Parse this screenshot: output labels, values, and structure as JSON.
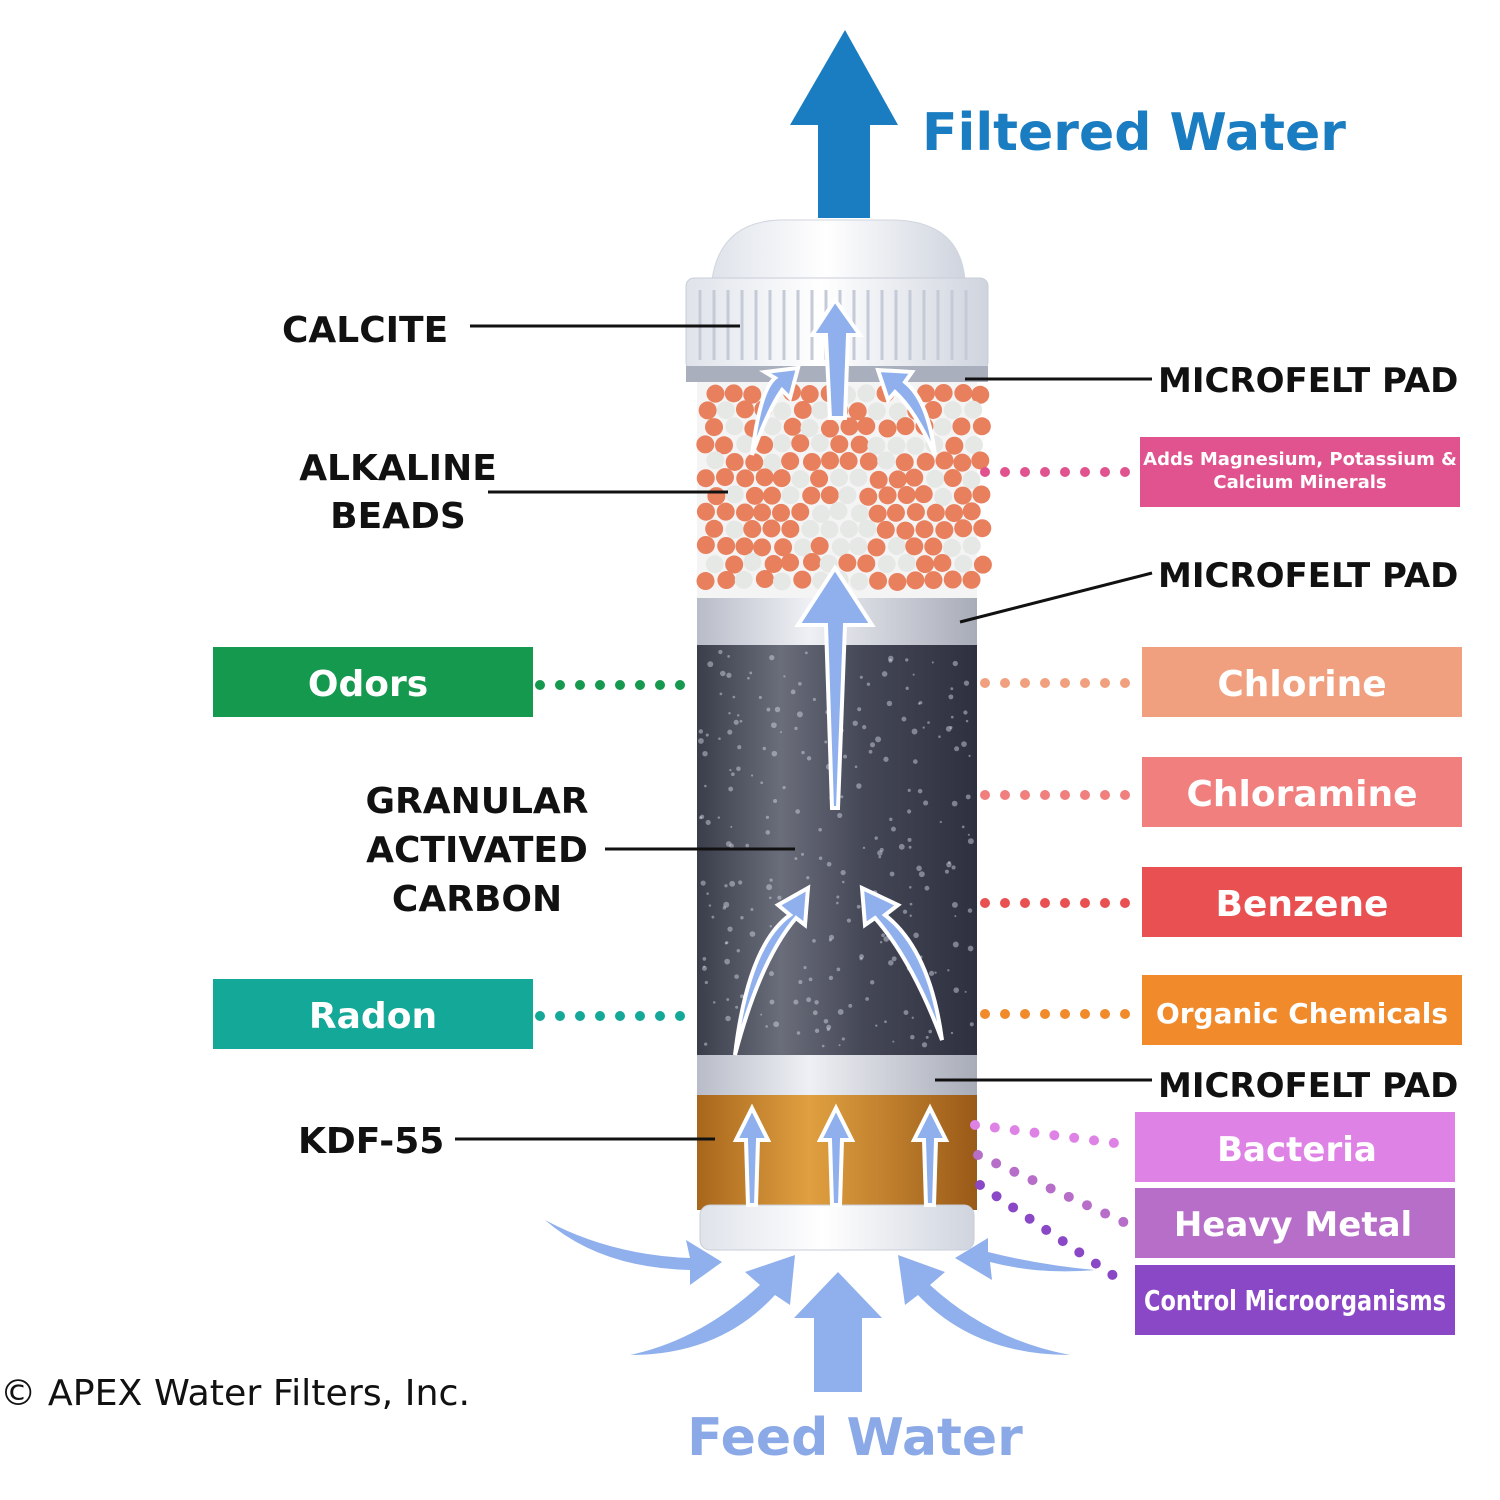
{
  "title": "Filtered Water",
  "bottom_label": "Feed Water",
  "copyright": "© APEX Water Filters, Inc.",
  "layers": {
    "calcite": "CALCITE",
    "alkaline_1": "ALKALINE",
    "alkaline_2": "BEADS",
    "gac_1": "GRANULAR",
    "gac_2": "ACTIVATED",
    "gac_3": "CARBON",
    "kdf": "KDF-55",
    "pad_top": "MICROFELT PAD",
    "pad_mid": "MICROFELT PAD",
    "pad_bottom": "MICROFELT PAD"
  },
  "benefits": {
    "minerals_1": "Adds Magnesium, Potassium &",
    "minerals_2": "Calcium Minerals",
    "odors": "Odors",
    "radon": "Radon",
    "chlorine": "Chlorine",
    "chloramine": "Chloramine",
    "benzene": "Benzene",
    "organic": "Organic Chemicals",
    "bacteria": "Bacteria",
    "heavy_metal": "Heavy Metal",
    "microorganisms": "Control Microorganisms"
  },
  "colors": {
    "filtered": "#1a7cc1",
    "feed": "#8aa9e6",
    "minerals": "#e0538f",
    "odors": "#14994f",
    "radon": "#13a898",
    "chlorine": "#f0a07f",
    "chloramine": "#f07f7d",
    "benzene": "#e85052",
    "organic": "#f08a2b",
    "bacteria": "#df82e6",
    "heavy_metal": "#b66ec9",
    "microorganisms": "#8a48c6"
  }
}
